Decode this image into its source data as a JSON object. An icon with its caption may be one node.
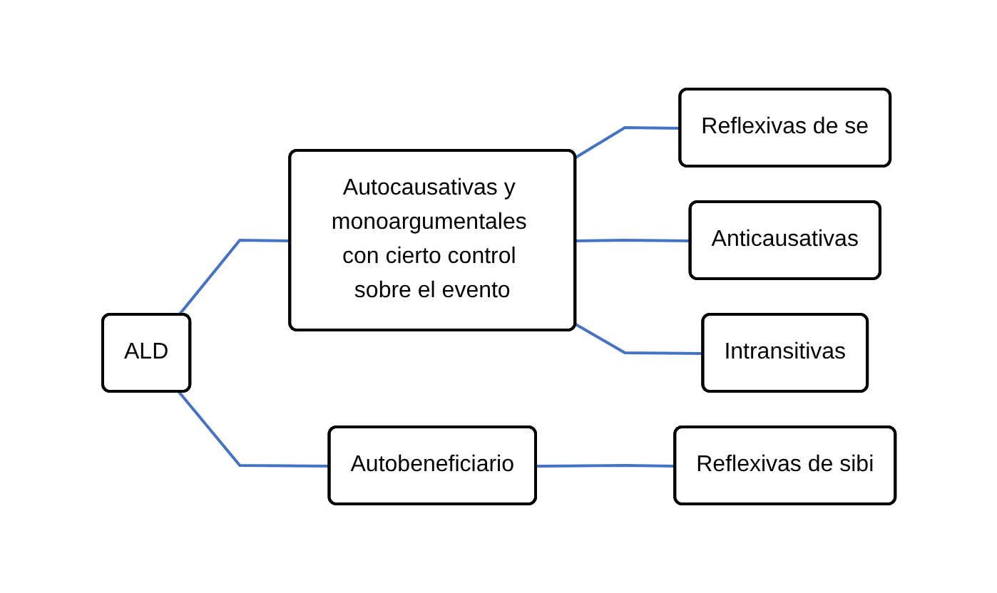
{
  "diagram": {
    "nodes": [
      {
        "text": [
          "ALD"
        ]
      },
      {
        "text": [
          "Autocausativas y monoargumentales con cierto control sobre el evento"
        ]
      },
      {
        "text": [
          "Autobeneficiario"
        ]
      },
      {
        "text": [
          "Reflexivas de se"
        ]
      },
      {
        "text": [
          "Anticausativas"
        ]
      },
      {
        "text": [
          "Intransitivas"
        ]
      },
      {
        "text": [
          "Reflexivas de sibi"
        ]
      }
    ],
    "edges": [
      {
        "from": 0,
        "to": 1,
        "arrow": "none"
      },
      {
        "from": 0,
        "to": 2,
        "arrow": "none"
      },
      {
        "from": 1,
        "to": 3,
        "arrow": "none"
      },
      {
        "from": 1,
        "to": 4,
        "arrow": "none"
      },
      {
        "from": 1,
        "to": 5,
        "arrow": "none"
      },
      {
        "from": 2,
        "to": 6,
        "arrow": "none"
      }
    ]
  }
}
